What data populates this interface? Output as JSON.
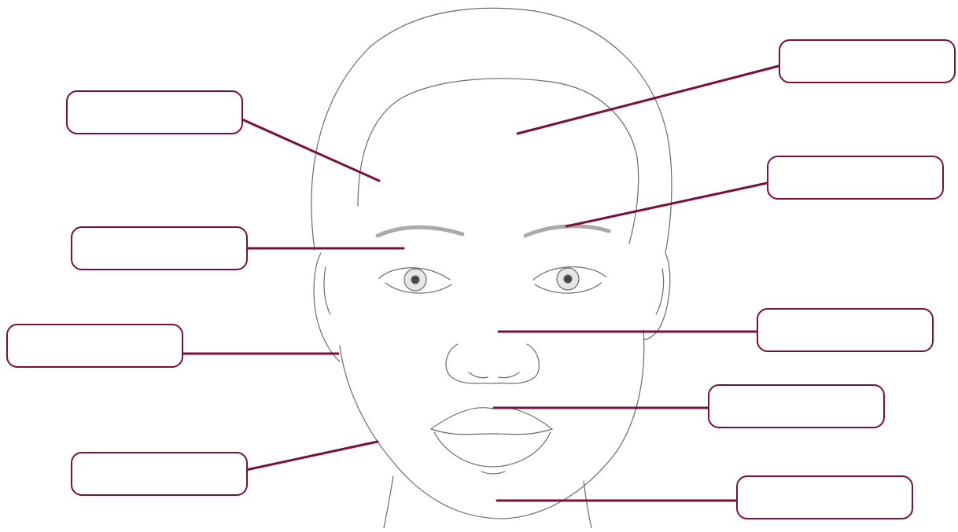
{
  "diagram": {
    "subject": "face",
    "accent_color": "#7a0f3c",
    "sketch_color": "#555555",
    "labels": [
      {
        "id": "forehead-left",
        "text": ""
      },
      {
        "id": "brow-center",
        "text": ""
      },
      {
        "id": "ear",
        "text": ""
      },
      {
        "id": "jaw",
        "text": ""
      },
      {
        "id": "forehead-center",
        "text": ""
      },
      {
        "id": "eyebrow",
        "text": ""
      },
      {
        "id": "nose-bridge",
        "text": ""
      },
      {
        "id": "upper-lip",
        "text": ""
      },
      {
        "id": "chin",
        "text": ""
      }
    ]
  }
}
